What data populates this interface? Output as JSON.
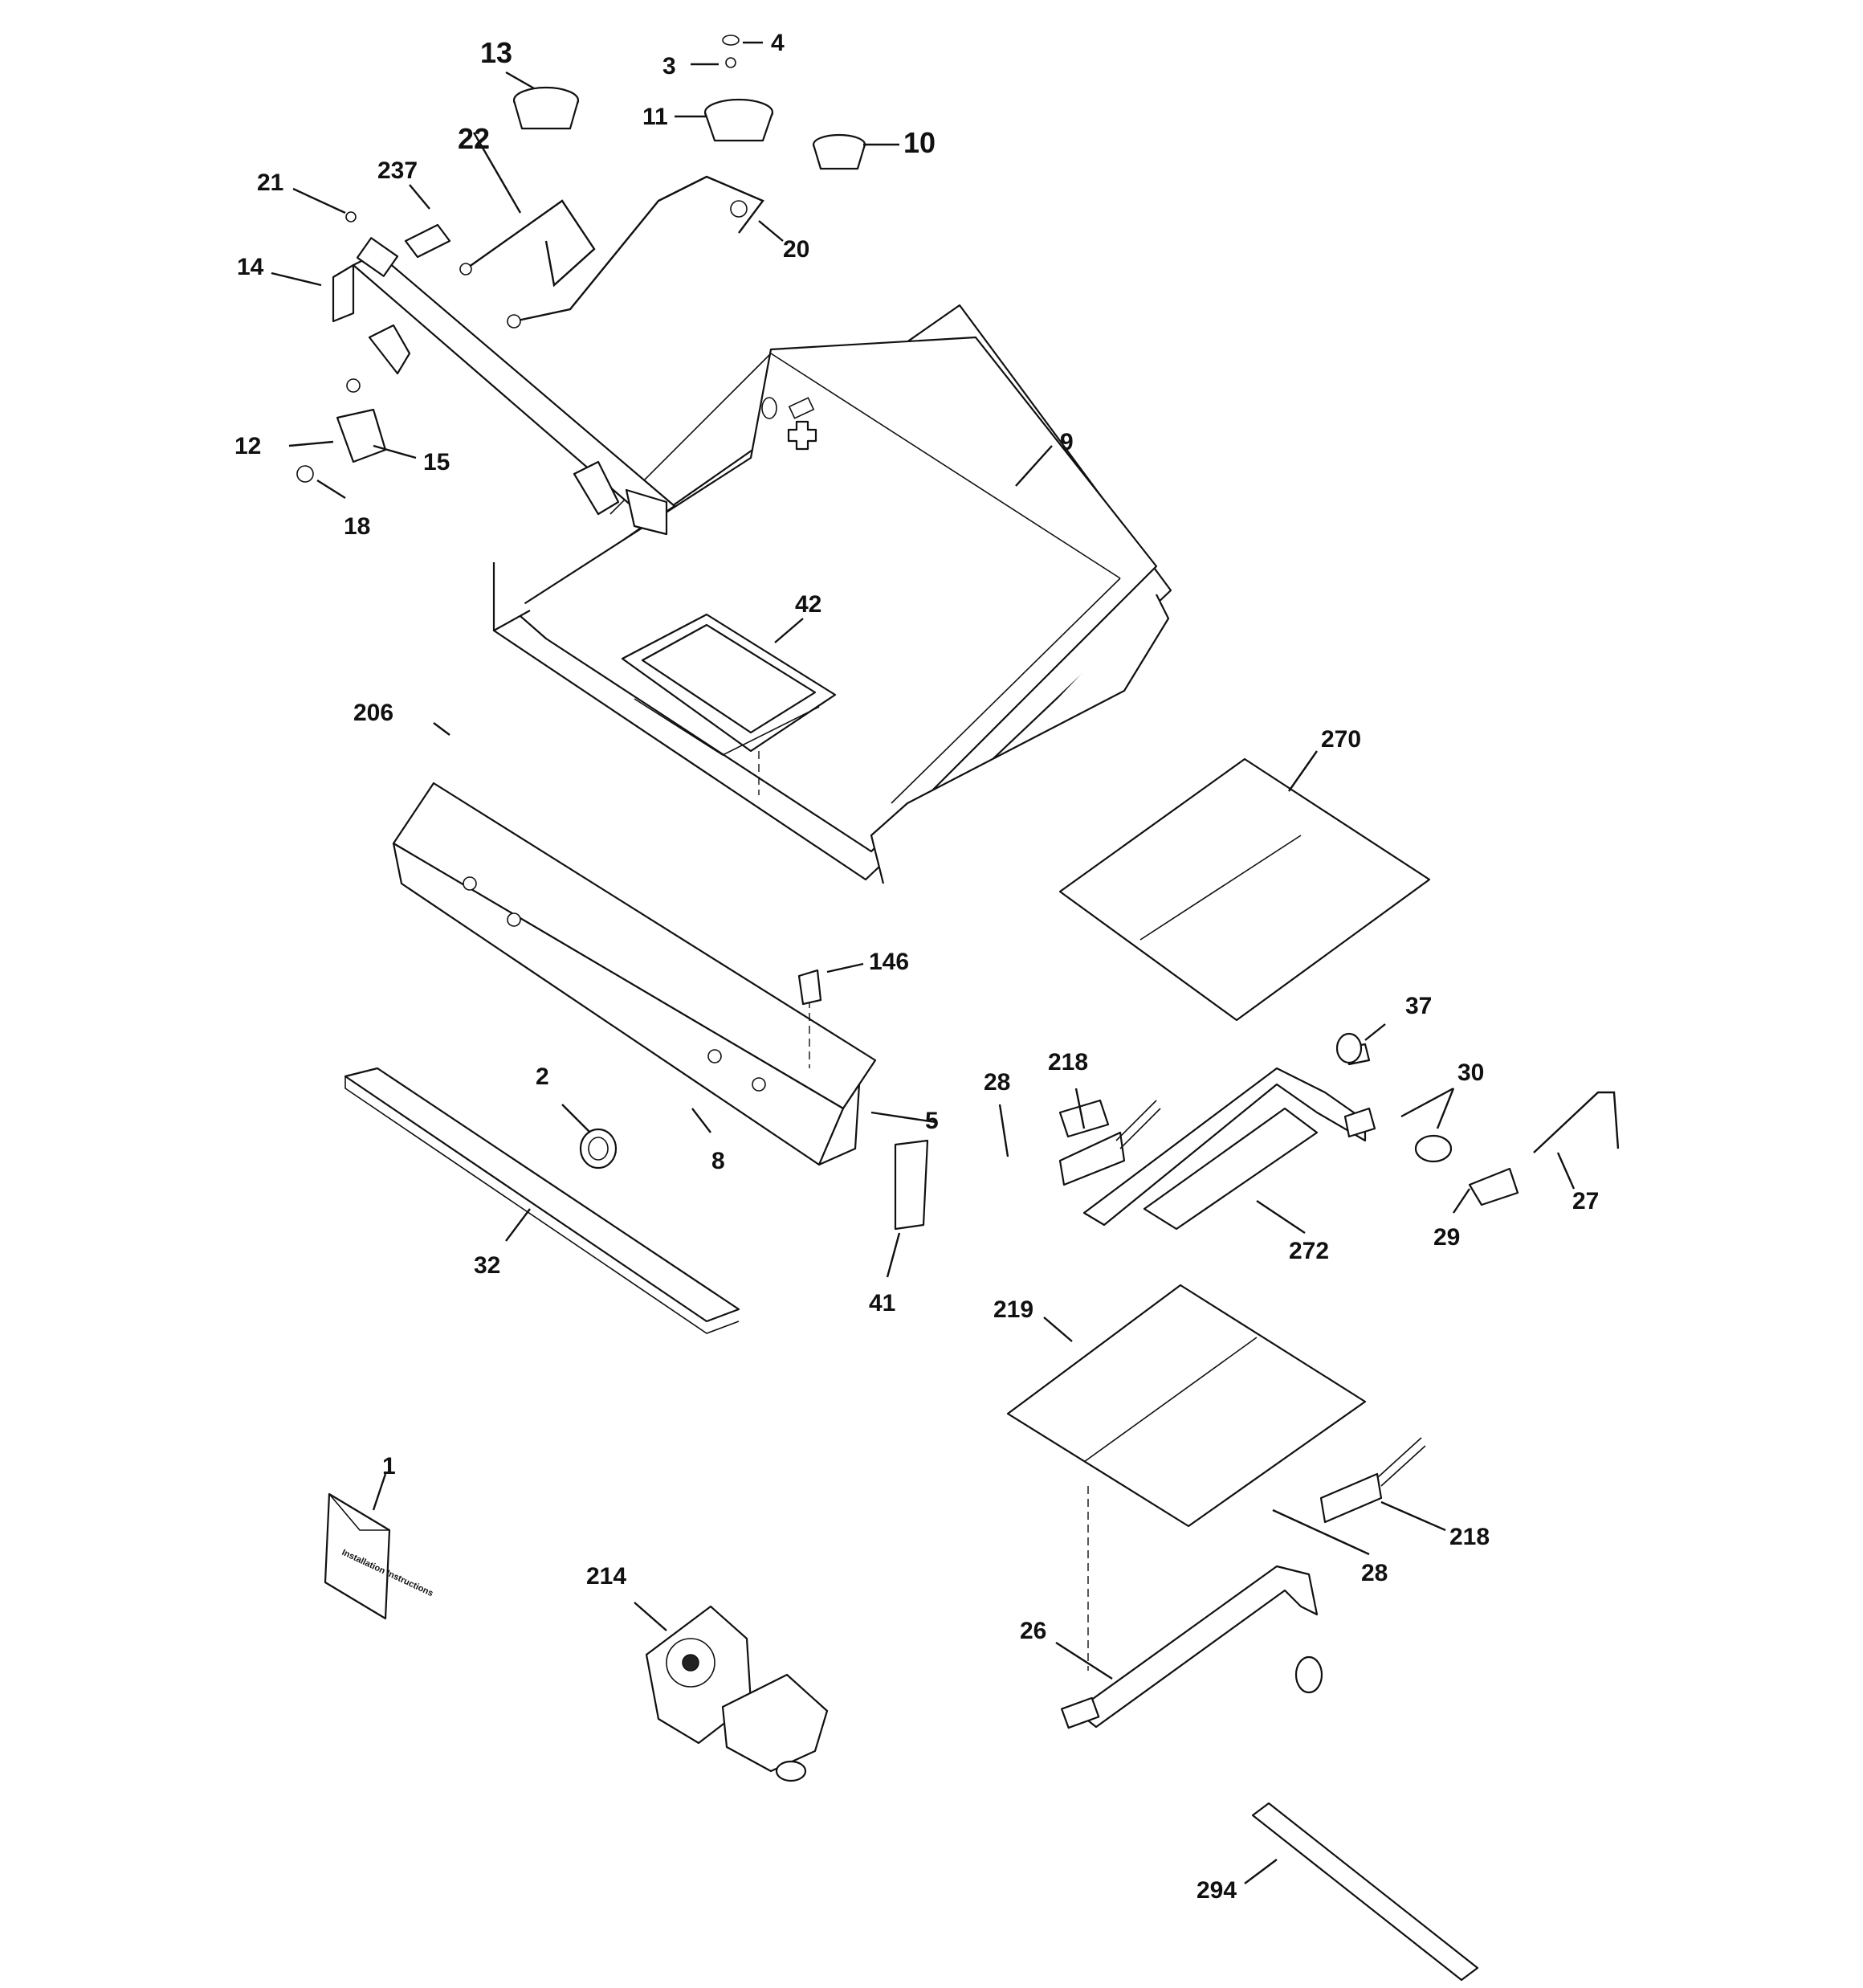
{
  "labels": [
    "1",
    "2",
    "3",
    "4",
    "5",
    "8",
    "9",
    "10",
    "11",
    "12",
    "13",
    "14",
    "15",
    "18",
    "20",
    "21",
    "22",
    "26",
    "27",
    "28",
    "28",
    "29",
    "30",
    "32",
    "37",
    "41",
    "42",
    "146",
    "206",
    "214",
    "218",
    "218",
    "219",
    "237",
    "270",
    "272",
    "294"
  ],
  "doc_text": "Installation Instructions"
}
